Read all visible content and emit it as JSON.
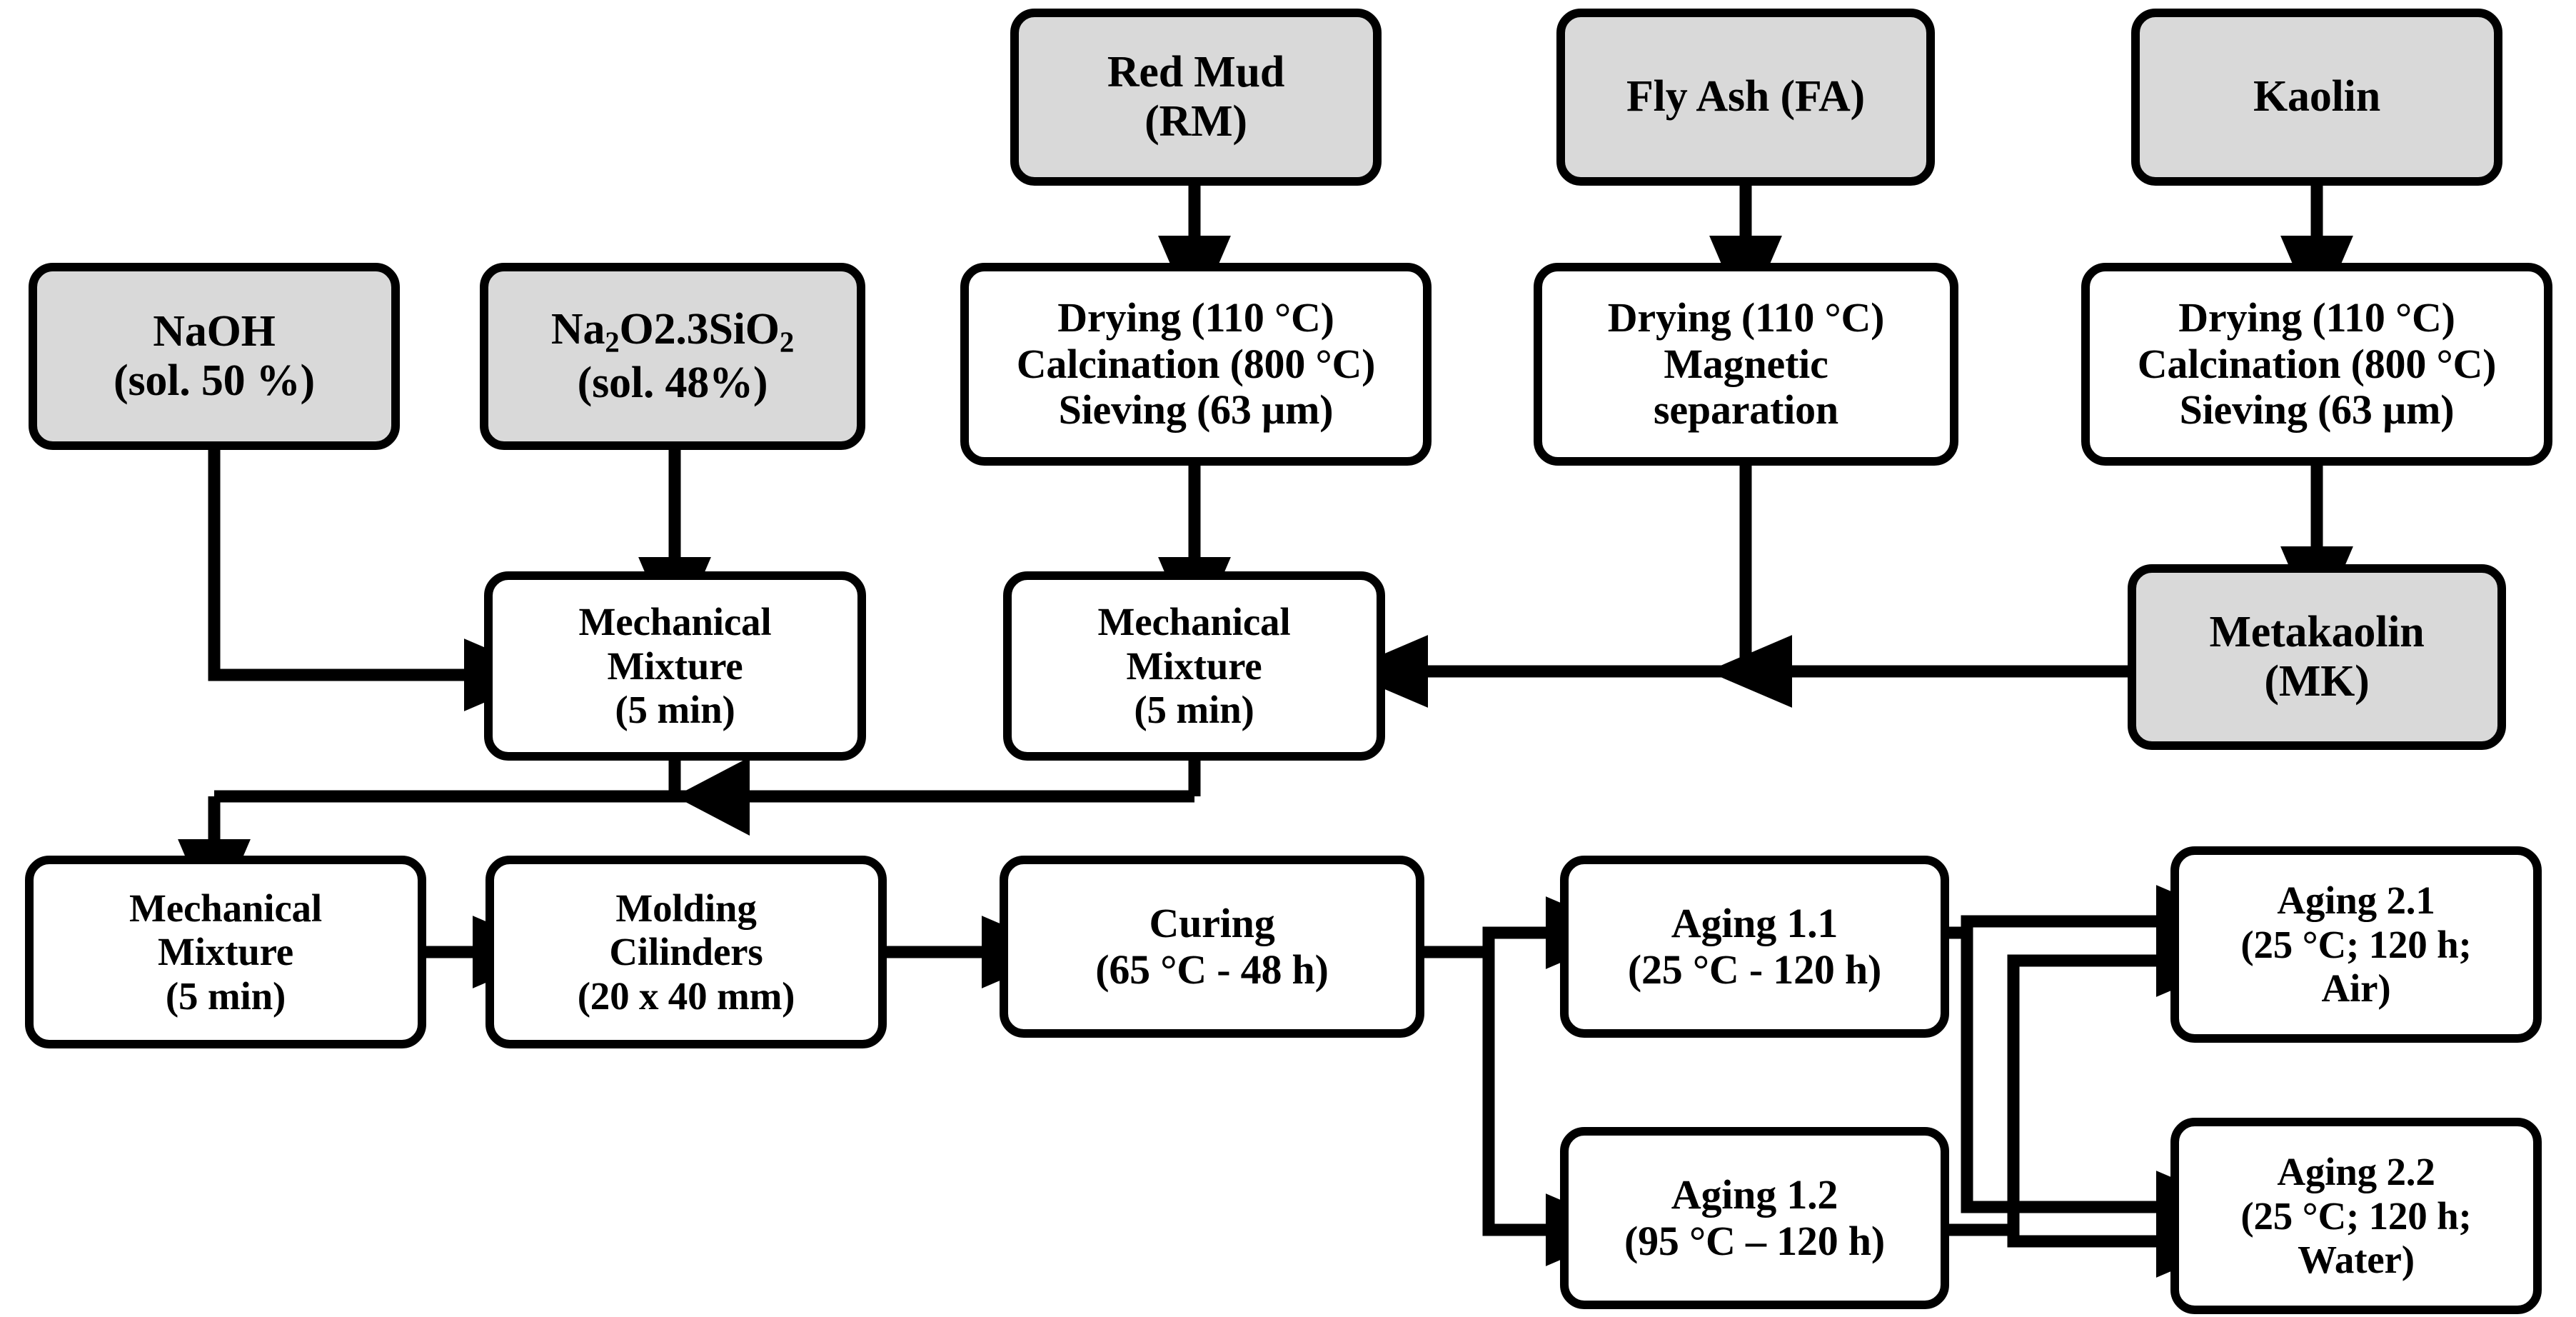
{
  "diagram": {
    "title": "Geopolymer production flowchart",
    "colors": {
      "raw_material_fill": "#d9d9d9",
      "process_fill": "#ffffff",
      "stroke": "#000000",
      "background": "#ffffff"
    },
    "nodes": [
      {
        "id": "naoh",
        "kind": "raw",
        "lines": [
          "NaOH",
          "(sol. 50 %)"
        ]
      },
      {
        "id": "silicate",
        "kind": "raw",
        "lines": [
          "Na2O2.3SiO2",
          "(sol. 48%)"
        ]
      },
      {
        "id": "red-mud",
        "kind": "raw",
        "lines": [
          "Red Mud",
          "(RM)"
        ]
      },
      {
        "id": "fly-ash",
        "kind": "raw",
        "lines": [
          "Fly Ash (FA)"
        ]
      },
      {
        "id": "kaolin",
        "kind": "raw",
        "lines": [
          "Kaolin"
        ]
      },
      {
        "id": "rm-treat",
        "kind": "process",
        "lines": [
          "Drying (110 °C)",
          "Calcination (800 °C)",
          "Sieving (63 µm)"
        ]
      },
      {
        "id": "fa-treat",
        "kind": "process",
        "lines": [
          "Drying (110 °C)",
          "Magnetic",
          "separation"
        ]
      },
      {
        "id": "kaolin-treat",
        "kind": "process",
        "lines": [
          "Drying (110 °C)",
          "Calcination (800 °C)",
          "Sieving (63 µm)"
        ]
      },
      {
        "id": "metakaolin",
        "kind": "raw",
        "lines": [
          "Metakaolin",
          "(MK)"
        ]
      },
      {
        "id": "mix-act",
        "kind": "process",
        "lines": [
          "Mechanical",
          "Mixture",
          "(5 min)"
        ]
      },
      {
        "id": "mix-solid",
        "kind": "process",
        "lines": [
          "Mechanical",
          "Mixture",
          "(5 min)"
        ]
      },
      {
        "id": "mix-final",
        "kind": "process",
        "lines": [
          "Mechanical",
          "Mixture",
          "(5 min)"
        ]
      },
      {
        "id": "molding",
        "kind": "process",
        "lines": [
          "Molding",
          "Cilinders",
          "(20 x 40 mm)"
        ]
      },
      {
        "id": "curing",
        "kind": "process",
        "lines": [
          "Curing",
          "(65 °C - 48 h)"
        ]
      },
      {
        "id": "aging-1-1",
        "kind": "process",
        "lines": [
          "Aging 1.1",
          "(25 °C - 120 h)"
        ]
      },
      {
        "id": "aging-1-2",
        "kind": "process",
        "lines": [
          "Aging 1.2",
          "(95 °C – 120 h)"
        ]
      },
      {
        "id": "aging-2-1",
        "kind": "process",
        "lines": [
          "Aging 2.1",
          "(25 °C; 120 h;",
          "Air)"
        ]
      },
      {
        "id": "aging-2-2",
        "kind": "process",
        "lines": [
          "Aging 2.2",
          "(25 °C; 120 h;",
          "Water)"
        ]
      }
    ],
    "labels": {
      "naoh_l1": "NaOH",
      "naoh_l2": "(sol. 50 %)",
      "silicate_l2": "(sol. 48%)",
      "red_mud_l1": "Red Mud",
      "red_mud_l2": "(RM)",
      "fly_ash_l1": "Fly Ash (FA)",
      "kaolin_l1": "Kaolin",
      "drying": "Drying (110 °C)",
      "calcination": "Calcination (800 °C)",
      "sieving": "Sieving (63 µm)",
      "magnetic": "Magnetic",
      "separation": "separation",
      "metakaolin_l1": "Metakaolin",
      "metakaolin_l2": "(MK)",
      "mech": "Mechanical",
      "mixture": "Mixture",
      "five_min": "(5 min)",
      "molding": "Molding",
      "cilinders": "Cilinders",
      "cyl_size": "(20 x 40 mm)",
      "curing_l1": "Curing",
      "curing_l2": "(65 °C - 48 h)",
      "aging11_l1": "Aging 1.1",
      "aging11_l2": "(25 °C - 120 h)",
      "aging12_l1": "Aging 1.2",
      "aging12_l2": "(95 °C – 120 h)",
      "aging21_l1": "Aging 2.1",
      "aging21_l2": "(25 °C; 120 h;",
      "aging21_l3": "Air)",
      "aging22_l1": "Aging 2.2",
      "aging22_l2": "(25 °C; 120 h;",
      "aging22_l3": "Water)"
    },
    "edges": [
      {
        "from": "red-mud",
        "to": "rm-treat",
        "type": "arrow-down"
      },
      {
        "from": "fly-ash",
        "to": "fa-treat",
        "type": "arrow-down"
      },
      {
        "from": "kaolin",
        "to": "kaolin-treat",
        "type": "arrow-down"
      },
      {
        "from": "kaolin-treat",
        "to": "metakaolin",
        "type": "arrow-down"
      },
      {
        "from": "silicate",
        "to": "mix-act",
        "type": "arrow-down"
      },
      {
        "from": "naoh",
        "to": "mix-act",
        "type": "elbow-right"
      },
      {
        "from": "rm-treat",
        "to": "mix-solid",
        "type": "arrow-down"
      },
      {
        "from": "fa-treat",
        "to": "mix-solid",
        "type": "elbow-left"
      },
      {
        "from": "metakaolin",
        "to": "mix-solid",
        "type": "arrow-left"
      },
      {
        "from": "mix-act",
        "to": "mix-final",
        "type": "merge-down"
      },
      {
        "from": "mix-solid",
        "to": "mix-final",
        "type": "merge-down"
      },
      {
        "from": "mix-final",
        "to": "molding",
        "type": "arrow-right"
      },
      {
        "from": "molding",
        "to": "curing",
        "type": "arrow-right"
      },
      {
        "from": "curing",
        "to": "aging-1-1",
        "type": "split-right"
      },
      {
        "from": "curing",
        "to": "aging-1-2",
        "type": "split-right"
      },
      {
        "from": "aging-1-1",
        "to": "aging-2-1",
        "type": "arrow-right"
      },
      {
        "from": "aging-1-1",
        "to": "aging-2-2",
        "type": "cross-down"
      },
      {
        "from": "aging-1-2",
        "to": "aging-2-1",
        "type": "cross-up"
      },
      {
        "from": "aging-1-2",
        "to": "aging-2-2",
        "type": "arrow-right"
      }
    ]
  }
}
